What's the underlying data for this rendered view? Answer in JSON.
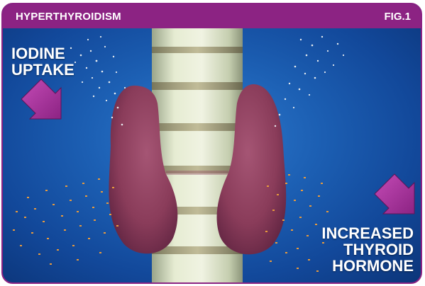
{
  "header": {
    "title": "HYPERTHYROIDISM",
    "figure": "FIG.1"
  },
  "labels": {
    "iodine_uptake": [
      "IODINE",
      "UPTAKE"
    ],
    "increased_hormone": [
      "INCREASED",
      "THYROID",
      "HORMONE"
    ]
  },
  "colors": {
    "accent": "#8c2383",
    "background": "#1c5fb3",
    "thyroid": "#8a3c5a",
    "trachea": "#dfe6c8",
    "hormone_particles": "#e89a3c",
    "iodine_particles": "#e8ecf0"
  },
  "icons": {
    "arrow_left": "diagonal-down-right-arrow-icon",
    "arrow_right": "diagonal-down-right-arrow-icon"
  }
}
